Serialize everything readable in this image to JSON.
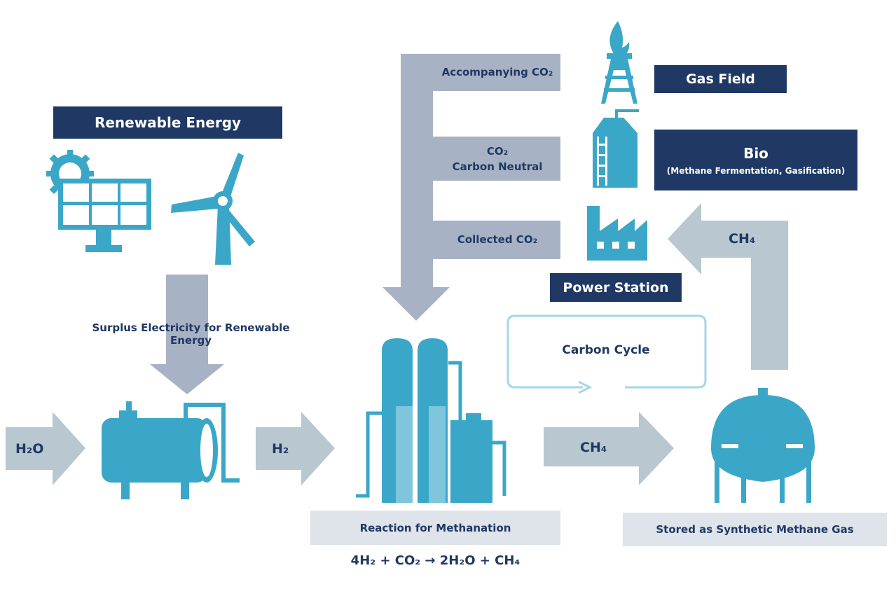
{
  "colors": {
    "navy": "#1f3864",
    "icon_teal": "#3ba7c8",
    "arrow_light": "#b8c7d0",
    "arrow_slate": "#a7b2c4",
    "label_box": "#dfe3ea",
    "cycle_line": "#a7d6e8"
  },
  "labels": {
    "renewable_energy": "Renewable Energy",
    "gas_field": "Gas Field",
    "bio_title": "Bio",
    "bio_subtitle": "(Methane Fermentation, Gasification)",
    "power_station": "Power Station",
    "accompanying_co2": "Accompanying CO₂",
    "co2": "CO₂",
    "carbon_neutral": "Carbon Neutral",
    "collected_co2": "Collected CO₂",
    "surplus_electricity": "Surplus Electricity for Renewable Energy",
    "carbon_cycle": "Carbon Cycle",
    "h2o": "H₂O",
    "h2": "H₂",
    "ch4_flow": "CH₄",
    "ch4_return": "CH₄",
    "reaction_for_methanation": "Reaction for Methanation",
    "stored_synthetic": "Stored as Synthetic Methane Gas",
    "equation": "4H₂ + CO₂ → 2H₂O + CH₄"
  },
  "icons": [
    "solar-panel-icon",
    "sun-gear-icon",
    "wind-turbine-icon",
    "electrolyzer-tank-icon",
    "methanation-reactor-icon",
    "gas-holder-icon",
    "gas-field-flare-icon",
    "bio-digester-icon",
    "power-station-icon"
  ]
}
